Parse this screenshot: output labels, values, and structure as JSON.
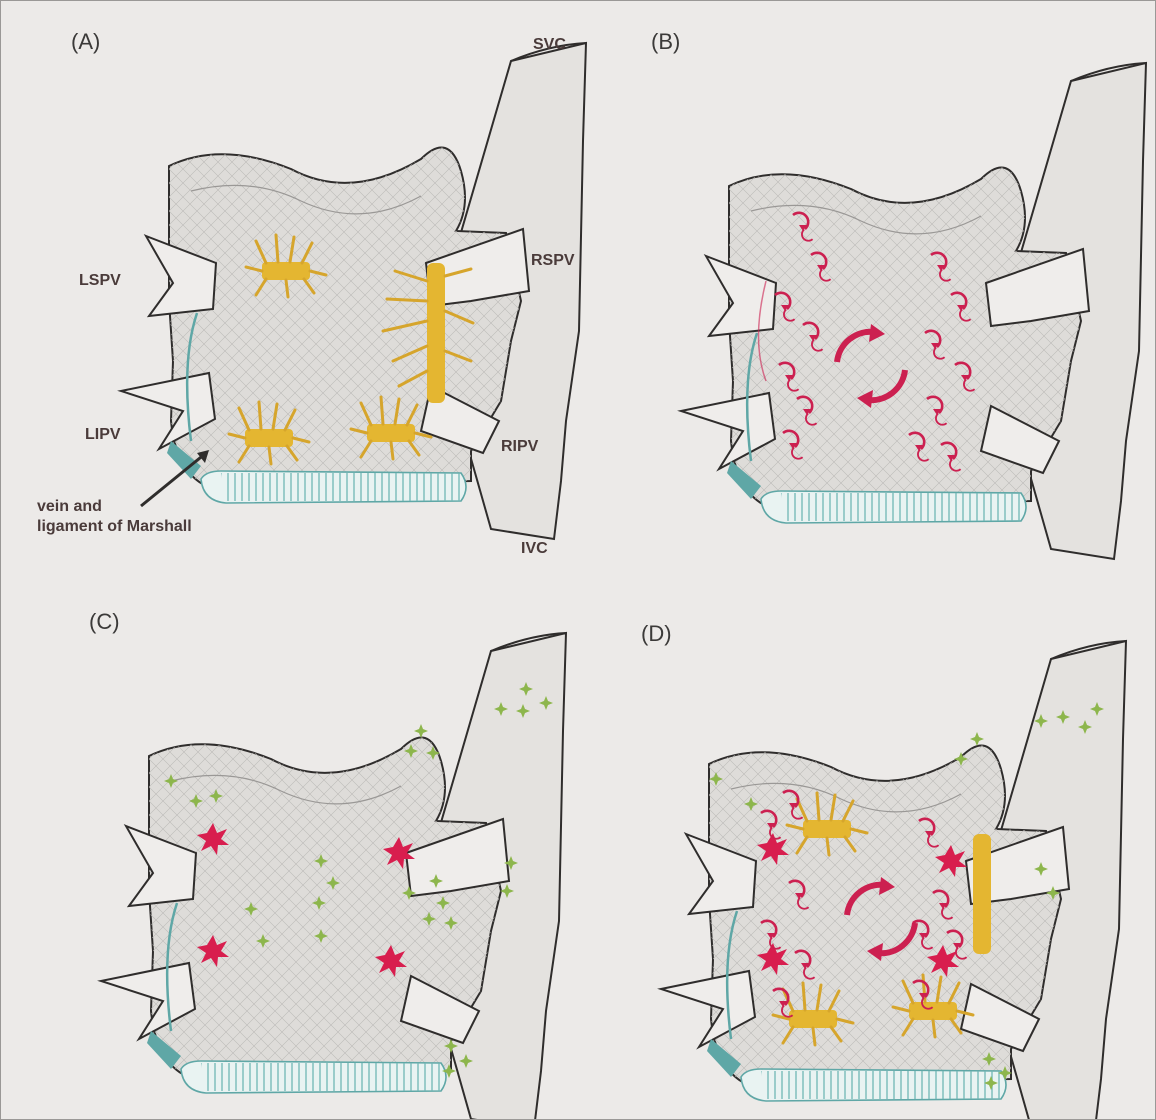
{
  "panels": [
    {
      "letter": "(A)"
    },
    {
      "letter": "(B)"
    },
    {
      "letter": "(C)"
    },
    {
      "letter": "(D)"
    }
  ],
  "labels": {
    "svc": "SVC",
    "ivc": "IVC",
    "lspv": "LSPV",
    "lipv": "LIPV",
    "rspv": "RSPV",
    "ripv": "RIPV",
    "marshall_line1": "vein and",
    "marshall_line2": "ligament of Marshall"
  },
  "colors": {
    "atrium_fill": "#dedcd9",
    "outline": "#2f2d2c",
    "ganglia": "#e4b631",
    "rotors": "#cc2050",
    "triggers": "#d81e4e",
    "green_marks": "#8db64c",
    "coronary_sinus": "#6fb6b5"
  }
}
